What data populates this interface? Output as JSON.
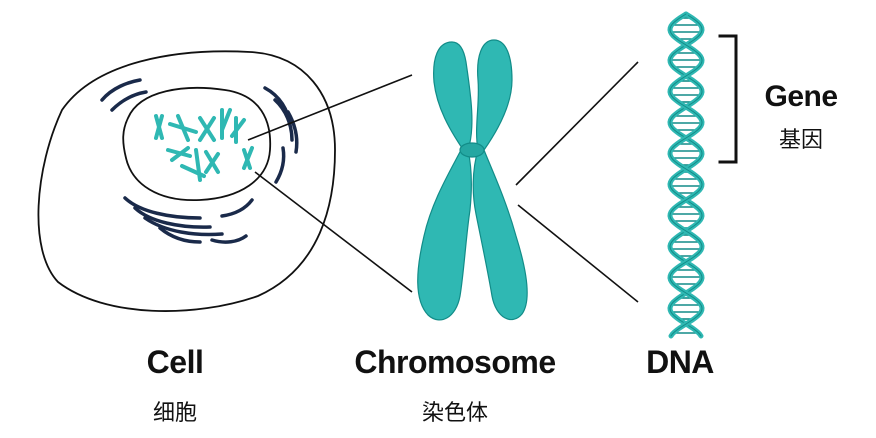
{
  "labels": {
    "cell_en": "Cell",
    "cell_zh": "细胞",
    "chromosome_en": "Chromosome",
    "chromosome_zh": "染色体",
    "dna_en": "DNA",
    "gene_en": "Gene",
    "gene_zh": "基因"
  },
  "colors": {
    "teal": "#2fb8b3",
    "teal_dark": "#128c88",
    "navy": "#1a2a4a",
    "line": "#111111"
  }
}
